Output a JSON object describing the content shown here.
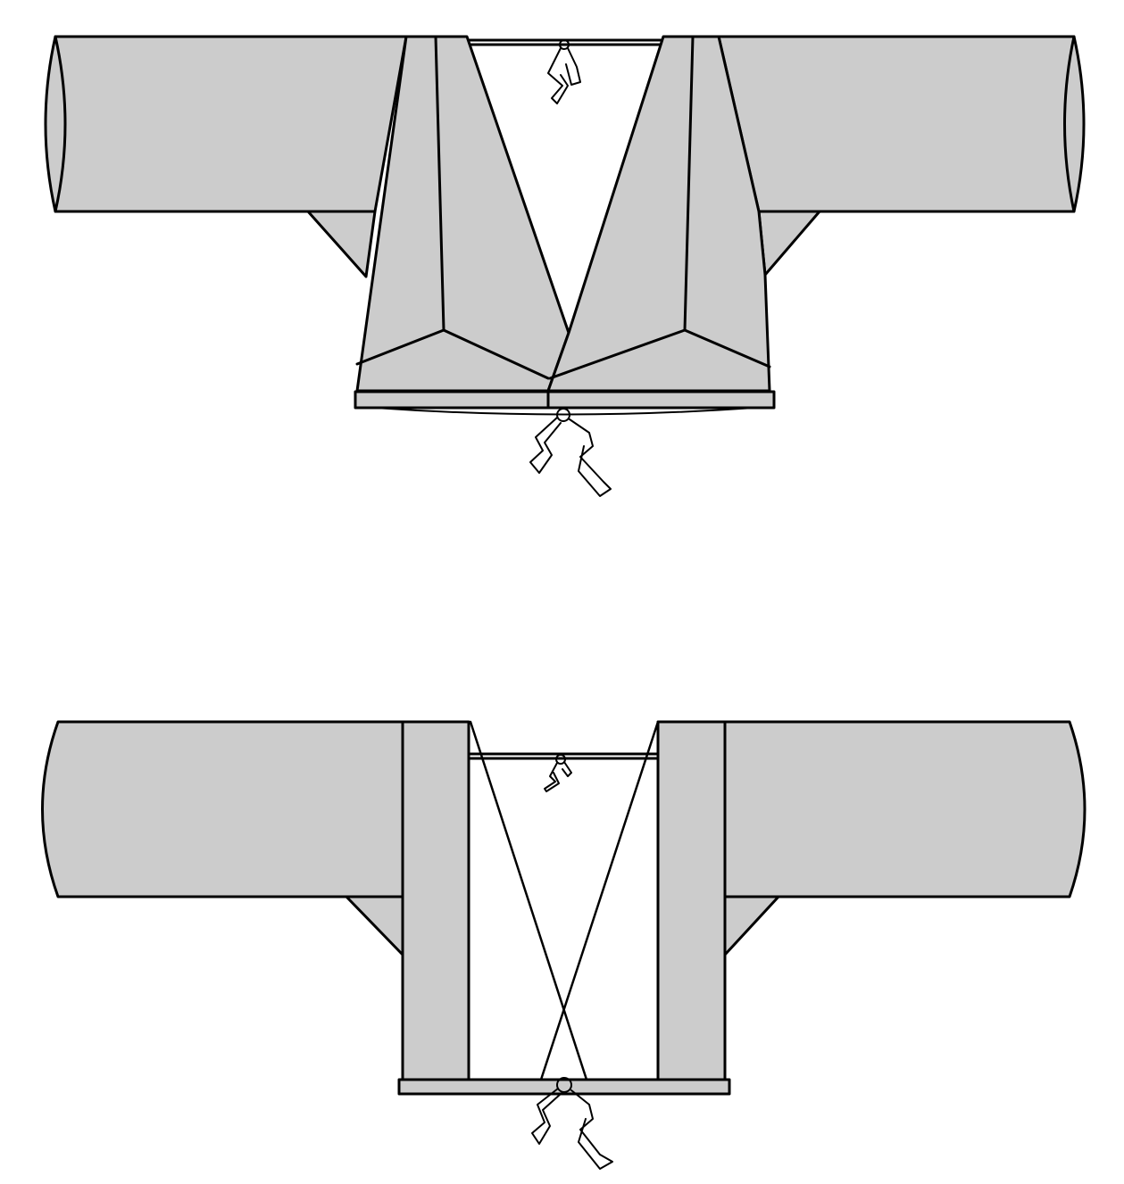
{
  "colors": {
    "garment_fill": "#cccccc",
    "line_color": "#000000",
    "background": "#ffffff"
  },
  "figures": [
    {
      "id": "closed-garment",
      "ties": [
        "neck-tie",
        "hem-tie"
      ]
    },
    {
      "id": "open-garment",
      "ties": [
        "neck-tie",
        "hem-tie"
      ]
    }
  ]
}
